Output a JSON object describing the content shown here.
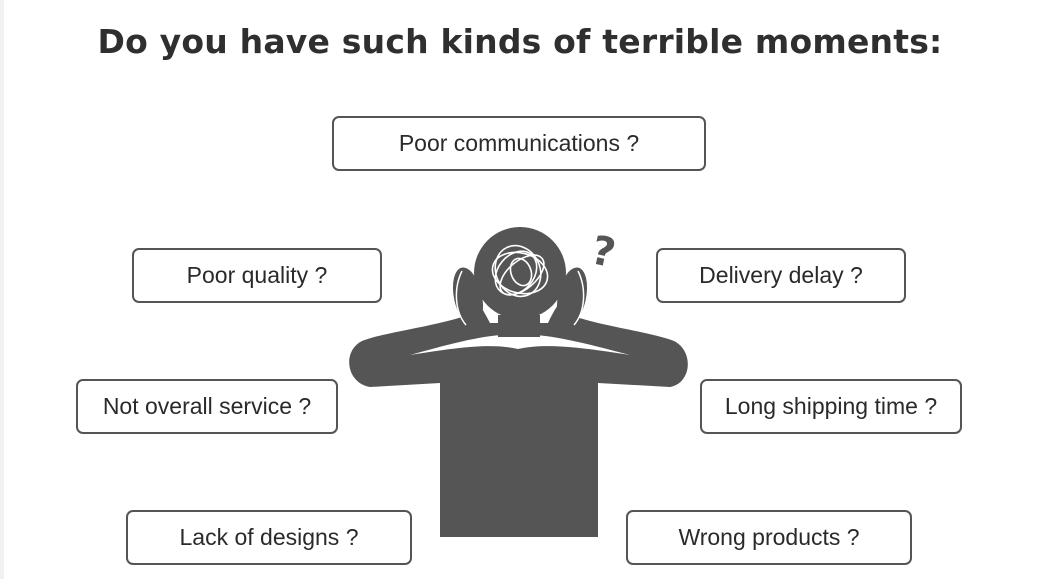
{
  "title": "Do you have such kinds of terrible moments:",
  "problems": [
    {
      "label": "Poor communications ?"
    },
    {
      "label": "Poor quality ?"
    },
    {
      "label": "Delivery delay ?"
    },
    {
      "label": "Not overall service ?"
    },
    {
      "label": "Long shipping time ?"
    },
    {
      "label": "Lack of designs ?"
    },
    {
      "label": "Wrong products ?"
    }
  ],
  "colors": {
    "figure": "#555555",
    "pill_border": "#555555",
    "text": "#2a2a2a",
    "title": "#2f2f2f"
  },
  "illustration": {
    "subject": "stressed-person-holding-head",
    "question_mark": "?"
  }
}
